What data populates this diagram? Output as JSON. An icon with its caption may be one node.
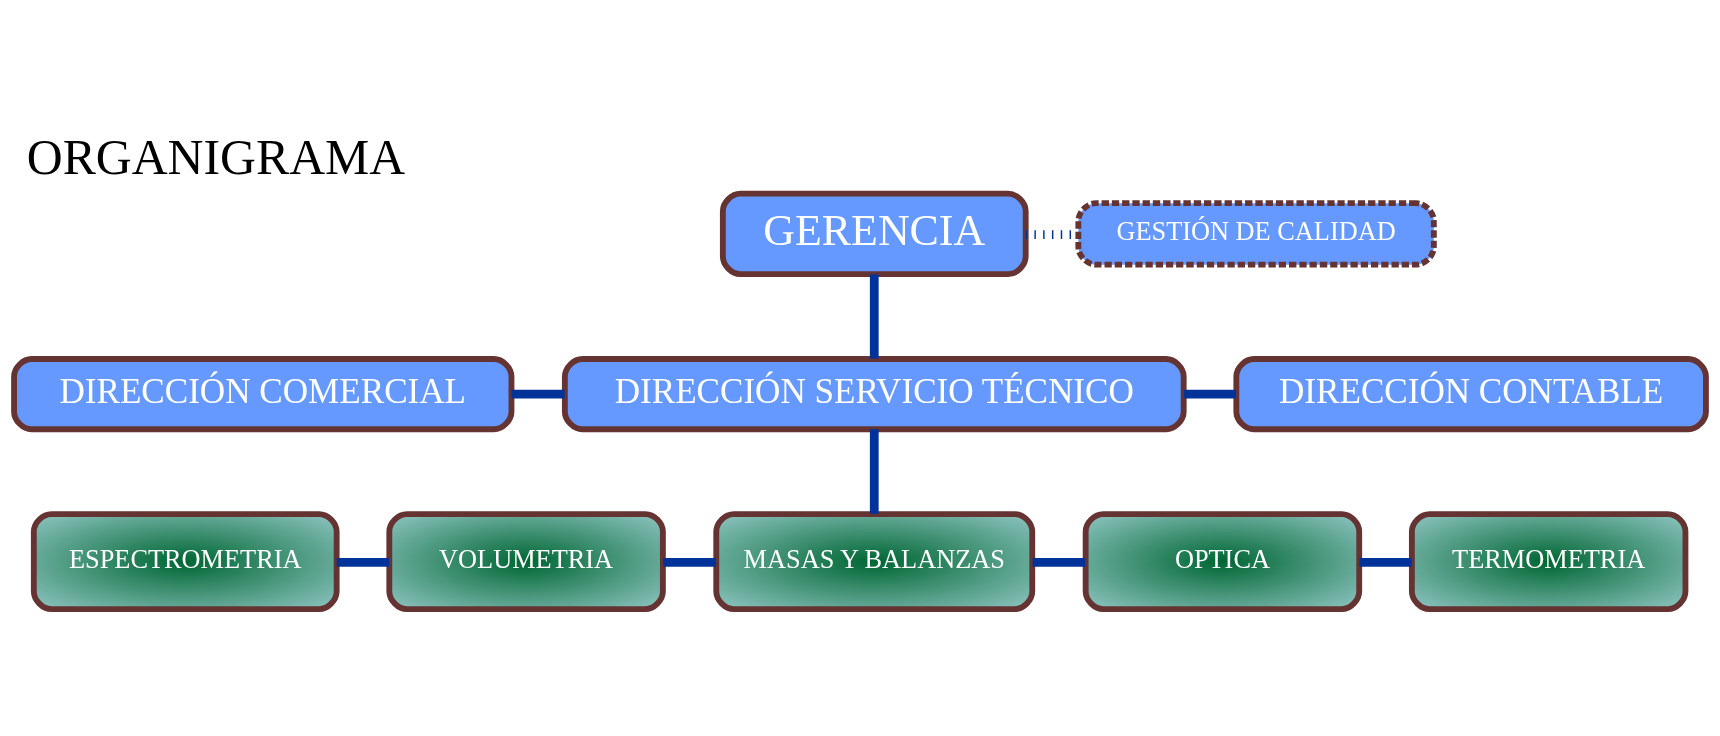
{
  "diagram": {
    "title": "ORGANIGRAMA",
    "nodes": [
      {
        "text": [
          "GERENCIA"
        ]
      },
      {
        "text": [
          "GESTIÓN DE CALIDAD"
        ]
      },
      {
        "text": [
          "DIRECCIÓN COMERCIAL"
        ]
      },
      {
        "text": [
          "DIRECCIÓN SERVICIO TÉCNICO"
        ]
      },
      {
        "text": [
          "DIRECCIÓN CONTABLE"
        ]
      },
      {
        "text": [
          "ESPECTROMETRIA"
        ]
      },
      {
        "text": [
          "VOLUMETRIA"
        ]
      },
      {
        "text": [
          "MASAS Y BALANZAS"
        ]
      },
      {
        "text": [
          "OPTICA"
        ]
      },
      {
        "text": [
          "TERMOMETRIA"
        ]
      }
    ],
    "edges": [
      {
        "from": 0,
        "to": 3,
        "arrow": "none"
      },
      {
        "from": 0,
        "to": 1,
        "arrow": "none",
        "style": "dashed"
      },
      {
        "from": 2,
        "to": 3,
        "arrow": "none"
      },
      {
        "from": 3,
        "to": 4,
        "arrow": "none"
      },
      {
        "from": 3,
        "to": 7,
        "arrow": "none"
      },
      {
        "from": 5,
        "to": 6,
        "arrow": "none"
      },
      {
        "from": 6,
        "to": 7,
        "arrow": "none"
      },
      {
        "from": 7,
        "to": 8,
        "arrow": "none"
      },
      {
        "from": 8,
        "to": 9,
        "arrow": "none"
      }
    ]
  }
}
